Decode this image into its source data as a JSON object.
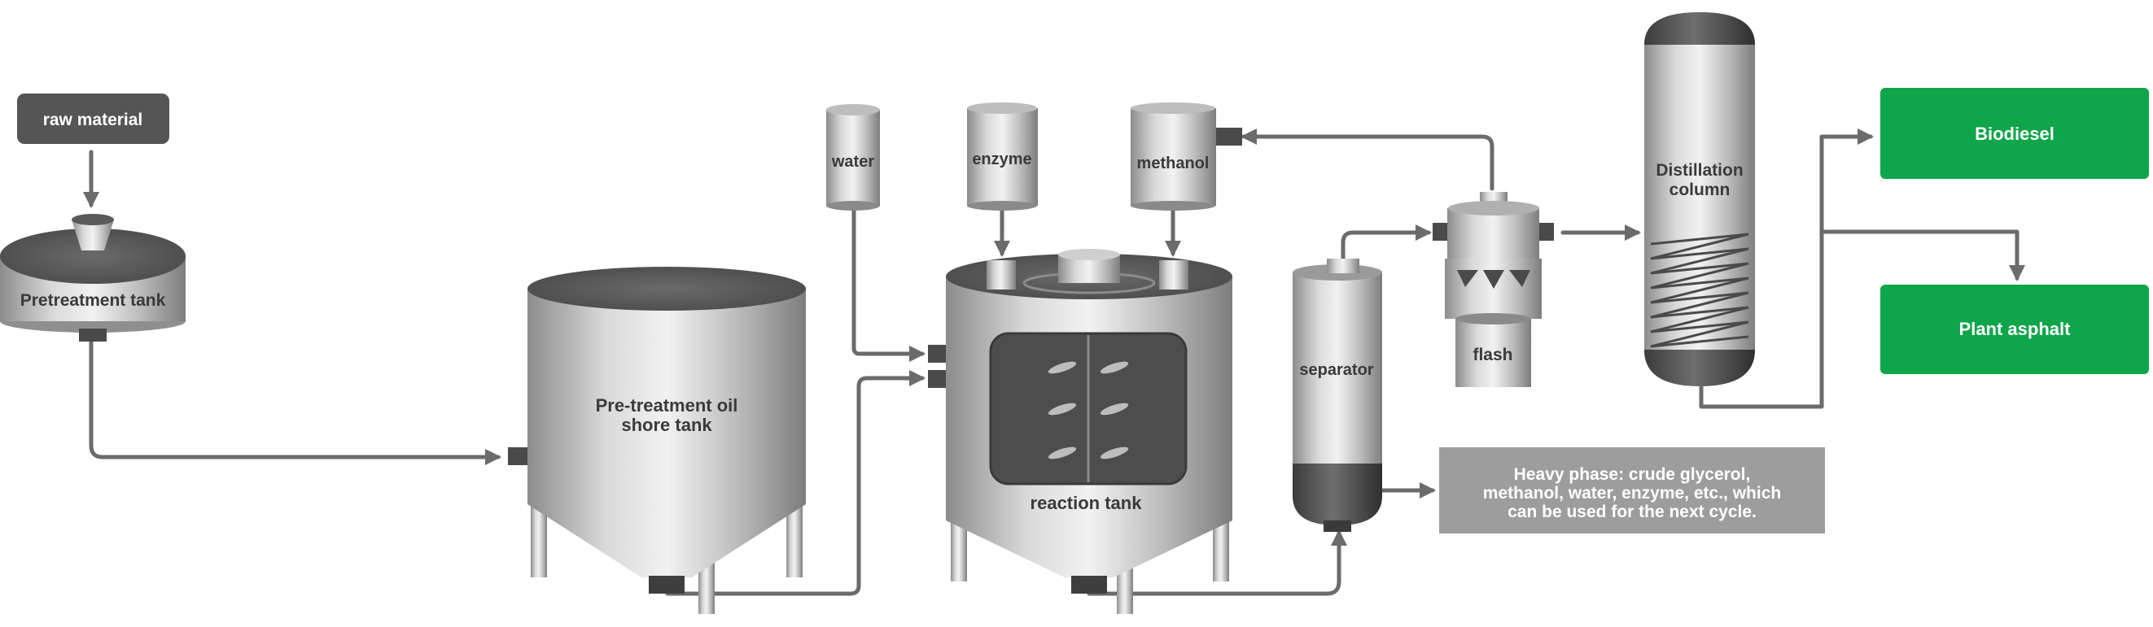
{
  "labels": {
    "raw_material": "raw material",
    "pretreatment_tank": "Pretreatment tank",
    "oil_tank_line1": "Pre-treatment oil",
    "oil_tank_line2": "shore tank",
    "water": "water",
    "enzyme": "enzyme",
    "methanol": "methanol",
    "reaction_tank": "reaction tank",
    "separator": "separator",
    "flash": "flash",
    "distillation_line1": "Distillation",
    "distillation_line2": "column",
    "biodiesel": "Biodiesel",
    "plant_asphalt": "Plant asphalt",
    "heavy_phase_line1": "Heavy phase: crude glycerol,",
    "heavy_phase_line2": "methanol, water, enzyme, etc., which",
    "heavy_phase_line3": "can be used for the next cycle."
  },
  "colors": {
    "product_green": "#0fa54a",
    "dark_box": "#555555",
    "note_box": "#9d9d9d",
    "pipe": "#6b6b6b",
    "metal_light": "#e6e6e6",
    "metal_dark": "#8a8a8a"
  }
}
